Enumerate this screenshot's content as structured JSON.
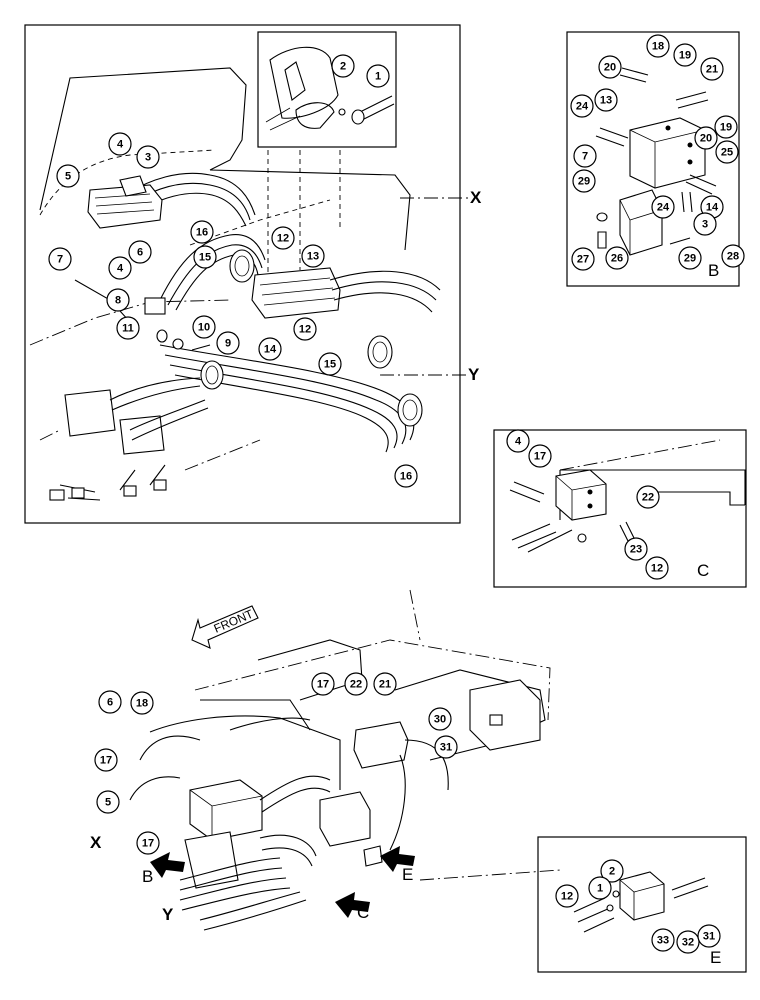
{
  "view_labels": {
    "x_main": "X",
    "y_main": "Y",
    "b_box": "B",
    "c_box": "C",
    "e_box": "E",
    "x_bottom": "X",
    "y_bottom": "Y",
    "b_arrow": "B",
    "c_arrow": "C",
    "e_arrow": "E",
    "front": "FRONT"
  },
  "callouts": {
    "main": [
      {
        "n": "1"
      },
      {
        "n": "2"
      },
      {
        "n": "3"
      },
      {
        "n": "4"
      },
      {
        "n": "5"
      },
      {
        "n": "6"
      },
      {
        "n": "7"
      },
      {
        "n": "4"
      },
      {
        "n": "16"
      },
      {
        "n": "15"
      },
      {
        "n": "12"
      },
      {
        "n": "13"
      },
      {
        "n": "8"
      },
      {
        "n": "11"
      },
      {
        "n": "10"
      },
      {
        "n": "9"
      },
      {
        "n": "14"
      },
      {
        "n": "12"
      },
      {
        "n": "15"
      },
      {
        "n": "16"
      }
    ],
    "b": [
      {
        "n": "18"
      },
      {
        "n": "19"
      },
      {
        "n": "20"
      },
      {
        "n": "21"
      },
      {
        "n": "24"
      },
      {
        "n": "13"
      },
      {
        "n": "19"
      },
      {
        "n": "20"
      },
      {
        "n": "7"
      },
      {
        "n": "25"
      },
      {
        "n": "29"
      },
      {
        "n": "14"
      },
      {
        "n": "24"
      },
      {
        "n": "3"
      },
      {
        "n": "27"
      },
      {
        "n": "26"
      },
      {
        "n": "29"
      },
      {
        "n": "28"
      }
    ],
    "c": [
      {
        "n": "4"
      },
      {
        "n": "17"
      },
      {
        "n": "22"
      },
      {
        "n": "23"
      },
      {
        "n": "12"
      }
    ],
    "bottom": [
      {
        "n": "17"
      },
      {
        "n": "22"
      },
      {
        "n": "21"
      },
      {
        "n": "30"
      },
      {
        "n": "31"
      },
      {
        "n": "6"
      },
      {
        "n": "18"
      },
      {
        "n": "17"
      },
      {
        "n": "5"
      },
      {
        "n": "17"
      }
    ],
    "e": [
      {
        "n": "2"
      },
      {
        "n": "1"
      },
      {
        "n": "12"
      },
      {
        "n": "33"
      },
      {
        "n": "32"
      },
      {
        "n": "31"
      }
    ]
  }
}
